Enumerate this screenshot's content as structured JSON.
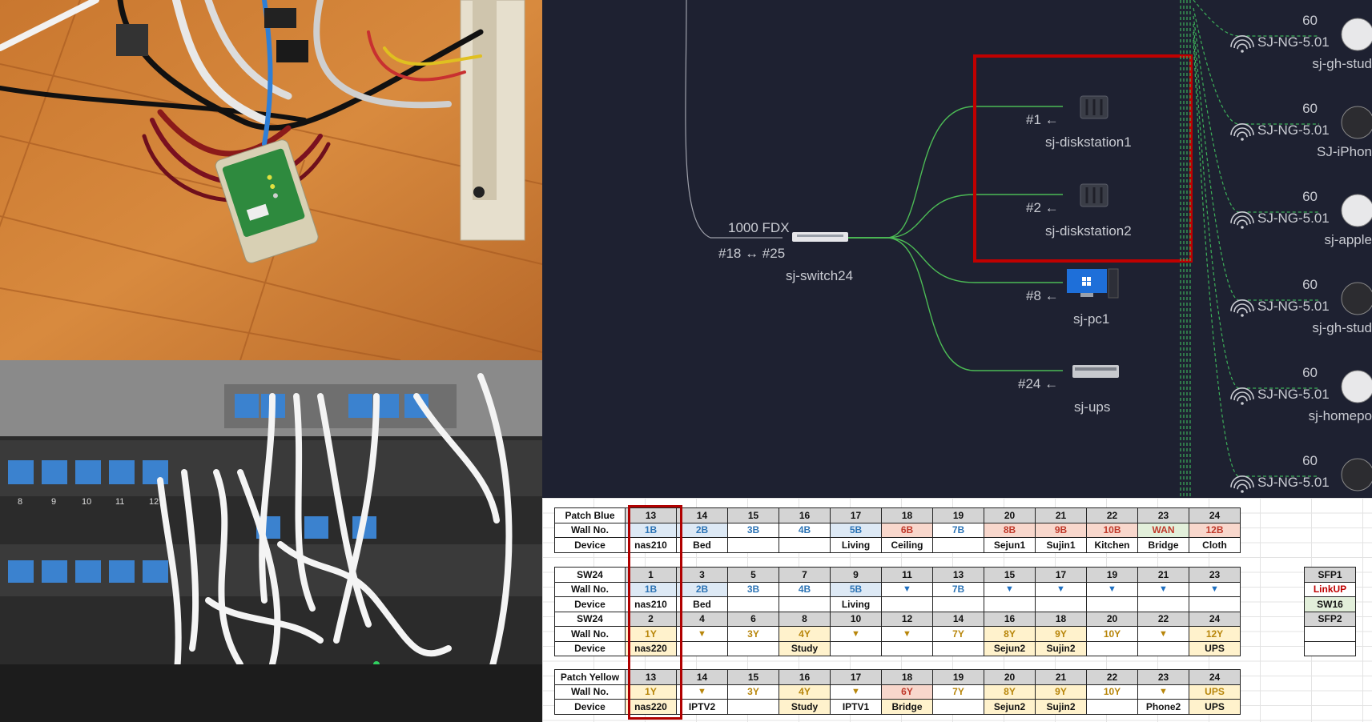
{
  "colors": {
    "bg_dark": "#1e2131",
    "link_green": "#4cba55",
    "highlight_red": "#c00000",
    "text_light": "#c9cbd2"
  },
  "topology": {
    "uplink": {
      "speed": "1000  FDX",
      "ports": "#18 ↔ #25"
    },
    "switch": {
      "name": "sj-switch24",
      "icon": "switch-icon"
    },
    "devices": [
      {
        "port": "#1 ←",
        "name": "sj-diskstation1",
        "icon": "nas-icon"
      },
      {
        "port": "#2 ←",
        "name": "sj-diskstation2",
        "icon": "nas-icon"
      },
      {
        "port": "#8 ←",
        "name": "sj-pc1",
        "icon": "windows-pc-icon"
      },
      {
        "port": "#24 ←",
        "name": "sj-ups",
        "icon": "ups-icon"
      }
    ],
    "wireless": [
      {
        "signal": "60",
        "ssid": "SJ-NG-5.01",
        "name": "sj-gh-stud"
      },
      {
        "signal": "60",
        "ssid": "SJ-NG-5.01",
        "name": "SJ-iPhon"
      },
      {
        "signal": "60",
        "ssid": "SJ-NG-5.01",
        "name": "sj-apple"
      },
      {
        "signal": "60",
        "ssid": "SJ-NG-5.01",
        "name": "sj-gh-stud"
      },
      {
        "signal": "60",
        "ssid": "SJ-NG-5.01",
        "name": "sj-homepo"
      },
      {
        "signal": "60",
        "ssid": "SJ-NG-5.01",
        "name": ""
      }
    ]
  },
  "sheet": {
    "tables": [
      {
        "rows": [
          {
            "label": "Patch Blue",
            "style": "gray",
            "cells": [
              "13",
              "14",
              "15",
              "16",
              "17",
              "18",
              "19",
              "20",
              "21",
              "22",
              "23",
              "24"
            ]
          },
          {
            "label": "Wall No.",
            "cells": [
              {
                "v": "1B",
                "s": "blue"
              },
              {
                "v": "2B",
                "s": "blue"
              },
              {
                "v": "3B",
                "s": "t-blue"
              },
              {
                "v": "4B",
                "s": "t-blue"
              },
              {
                "v": "5B",
                "s": "blue"
              },
              {
                "v": "6B",
                "s": "red"
              },
              {
                "v": "7B",
                "s": "t-blue"
              },
              {
                "v": "8B",
                "s": "red"
              },
              {
                "v": "9B",
                "s": "red"
              },
              {
                "v": "10B",
                "s": "red"
              },
              {
                "v": "WAN",
                "s": "green"
              },
              {
                "v": "12B",
                "s": "red"
              }
            ]
          },
          {
            "label": "Device",
            "cells": [
              {
                "v": "nas210",
                "s": "white"
              },
              {
                "v": "Bed",
                "s": "white"
              },
              {
                "v": "",
                "s": "white"
              },
              {
                "v": "",
                "s": "white"
              },
              {
                "v": "Living",
                "s": "white"
              },
              {
                "v": "Ceiling",
                "s": "white"
              },
              {
                "v": "",
                "s": "white"
              },
              {
                "v": "Sejun1",
                "s": "white"
              },
              {
                "v": "Sujin1",
                "s": "white"
              },
              {
                "v": "Kitchen",
                "s": "white"
              },
              {
                "v": "Bridge",
                "s": "white"
              },
              {
                "v": "Cloth",
                "s": "white"
              }
            ]
          }
        ]
      },
      {
        "rows": [
          {
            "label": "SW24",
            "style": "gray",
            "cells": [
              "1",
              "3",
              "5",
              "7",
              "9",
              "11",
              "13",
              "15",
              "17",
              "19",
              "21",
              "23"
            ]
          },
          {
            "label": "Wall No.",
            "cells": [
              {
                "v": "1B",
                "s": "blue"
              },
              {
                "v": "2B",
                "s": "blue"
              },
              {
                "v": "3B",
                "s": "t-blue"
              },
              {
                "v": "4B",
                "s": "t-blue"
              },
              {
                "v": "5B",
                "s": "blue"
              },
              {
                "v": "▼",
                "s": "tri-blue"
              },
              {
                "v": "7B",
                "s": "t-blue"
              },
              {
                "v": "▼",
                "s": "tri-blue"
              },
              {
                "v": "▼",
                "s": "tri-blue"
              },
              {
                "v": "▼",
                "s": "tri-blue"
              },
              {
                "v": "▼",
                "s": "tri-blue"
              },
              {
                "v": "▼",
                "s": "tri-blue"
              }
            ]
          },
          {
            "label": "Device",
            "cells": [
              {
                "v": "nas210",
                "s": "white"
              },
              {
                "v": "Bed",
                "s": "white"
              },
              {
                "v": "",
                "s": "white"
              },
              {
                "v": "",
                "s": "white"
              },
              {
                "v": "Living",
                "s": "white"
              },
              {
                "v": "",
                "s": "white"
              },
              {
                "v": "",
                "s": "white"
              },
              {
                "v": "",
                "s": "white"
              },
              {
                "v": "",
                "s": "white"
              },
              {
                "v": "",
                "s": "white"
              },
              {
                "v": "",
                "s": "white"
              },
              {
                "v": "",
                "s": "white"
              }
            ]
          },
          {
            "label": "SW24",
            "style": "gray",
            "cells": [
              "2",
              "4",
              "6",
              "8",
              "10",
              "12",
              "14",
              "16",
              "18",
              "20",
              "22",
              "24"
            ]
          },
          {
            "label": "Wall No.",
            "cells": [
              {
                "v": "1Y",
                "s": "yellow"
              },
              {
                "v": "▼",
                "s": "tri-yellow"
              },
              {
                "v": "3Y",
                "s": "t-yellow"
              },
              {
                "v": "4Y",
                "s": "yellow"
              },
              {
                "v": "▼",
                "s": "tri-yellow"
              },
              {
                "v": "▼",
                "s": "tri-yellow"
              },
              {
                "v": "7Y",
                "s": "t-yellow"
              },
              {
                "v": "8Y",
                "s": "yellow"
              },
              {
                "v": "9Y",
                "s": "yellow"
              },
              {
                "v": "10Y",
                "s": "t-yellow"
              },
              {
                "v": "▼",
                "s": "tri-yellow"
              },
              {
                "v": "12Y",
                "s": "yellow"
              }
            ]
          },
          {
            "label": "Device",
            "cells": [
              {
                "v": "nas220",
                "s": "yellow-d"
              },
              {
                "v": "",
                "s": "white"
              },
              {
                "v": "",
                "s": "white"
              },
              {
                "v": "Study",
                "s": "yellow-d"
              },
              {
                "v": "",
                "s": "white"
              },
              {
                "v": "",
                "s": "white"
              },
              {
                "v": "",
                "s": "white"
              },
              {
                "v": "Sejun2",
                "s": "yellow-d"
              },
              {
                "v": "Sujin2",
                "s": "yellow-d"
              },
              {
                "v": "",
                "s": "white"
              },
              {
                "v": "",
                "s": "white"
              },
              {
                "v": "UPS",
                "s": "yellow-d"
              }
            ]
          }
        ]
      },
      {
        "rows": [
          {
            "label": "Patch Yellow",
            "style": "gray",
            "cells": [
              "13",
              "14",
              "15",
              "16",
              "17",
              "18",
              "19",
              "20",
              "21",
              "22",
              "23",
              "24"
            ]
          },
          {
            "label": "Wall No.",
            "cells": [
              {
                "v": "1Y",
                "s": "yellow"
              },
              {
                "v": "▼",
                "s": "tri-yellow"
              },
              {
                "v": "3Y",
                "s": "t-yellow"
              },
              {
                "v": "4Y",
                "s": "yellow"
              },
              {
                "v": "▼",
                "s": "tri-yellow"
              },
              {
                "v": "6Y",
                "s": "red"
              },
              {
                "v": "7Y",
                "s": "t-yellow"
              },
              {
                "v": "8Y",
                "s": "yellow"
              },
              {
                "v": "9Y",
                "s": "yellow"
              },
              {
                "v": "10Y",
                "s": "t-yellow"
              },
              {
                "v": "▼",
                "s": "tri-yellow"
              },
              {
                "v": "UPS",
                "s": "yellow"
              }
            ]
          },
          {
            "label": "Device",
            "cells": [
              {
                "v": "nas220",
                "s": "yellow-d"
              },
              {
                "v": "IPTV2",
                "s": "white"
              },
              {
                "v": "",
                "s": "white"
              },
              {
                "v": "Study",
                "s": "yellow-d"
              },
              {
                "v": "IPTV1",
                "s": "white"
              },
              {
                "v": "Bridge",
                "s": "yellow-d"
              },
              {
                "v": "",
                "s": "white"
              },
              {
                "v": "Sejun2",
                "s": "yellow-d"
              },
              {
                "v": "Sujin2",
                "s": "yellow-d"
              },
              {
                "v": "",
                "s": "white"
              },
              {
                "v": "Phone2",
                "s": "white"
              },
              {
                "v": "UPS",
                "s": "yellow-d"
              }
            ]
          }
        ]
      }
    ],
    "sfp": [
      {
        "v": "SFP1",
        "s": "gray"
      },
      {
        "v": "LinkUP",
        "s": "linkup"
      },
      {
        "v": "SW16",
        "s": "sw16"
      },
      {
        "v": "SFP2",
        "s": "gray"
      },
      {
        "v": "",
        "s": "white"
      },
      {
        "v": "",
        "s": "white"
      }
    ]
  }
}
